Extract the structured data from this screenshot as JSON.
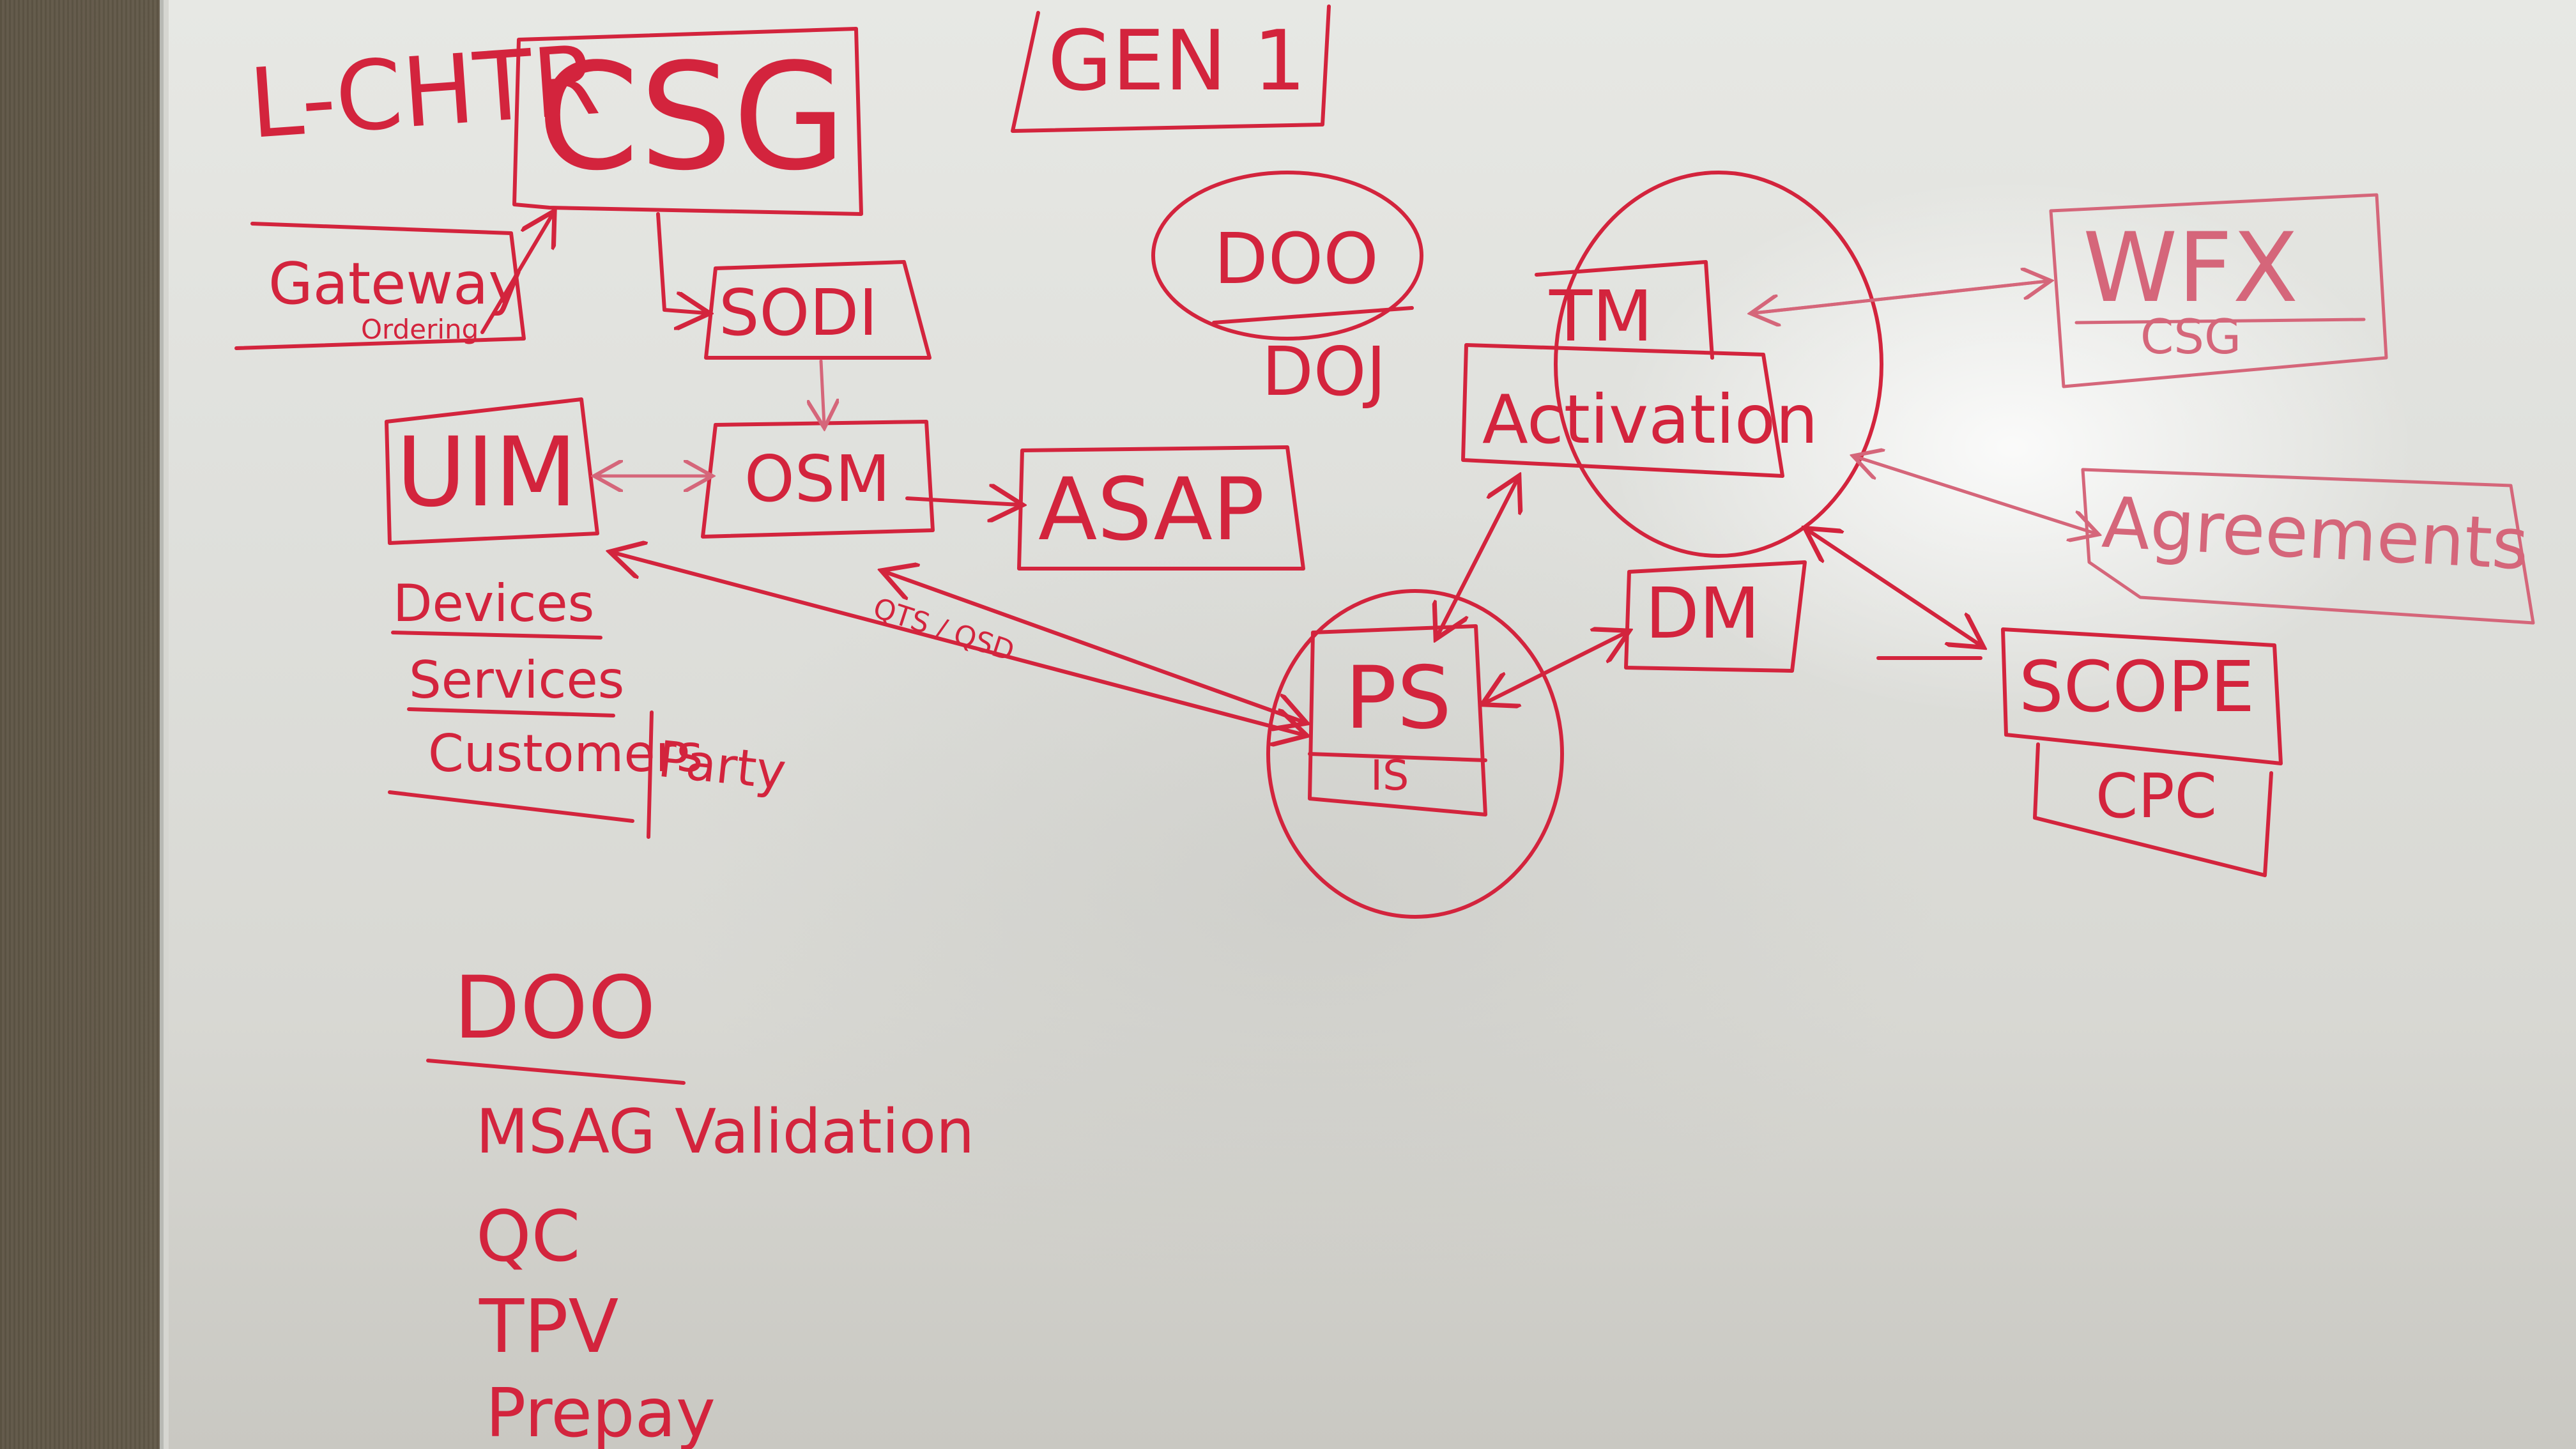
{
  "nodes": {
    "l_chtr": "L-CHTR",
    "csg_top": "CSG",
    "gen1": "GEN 1",
    "gateway": "Gateway",
    "gateway_sub": "Ordering",
    "sodi": "SODI",
    "uim": "UIM",
    "osm": "OSM",
    "asap": "ASAP",
    "doo_top": "DOO",
    "doj": "DOJ",
    "tm": "TM",
    "activation": "Activation",
    "wfx": "WFX",
    "wfx_sub": "CSG",
    "agreements": "Agreements",
    "dm": "DM",
    "ps": "PS",
    "is": "IS",
    "scope": "SCOPE",
    "cpc": "CPC"
  },
  "edge_labels": {
    "qts_qsd": "QTS / QSD"
  },
  "uim_list": [
    "Devices",
    "Services",
    "Customers",
    "Party"
  ],
  "doo_list": {
    "title": "DOO",
    "items": [
      "MSAG Validation",
      "QC",
      "TPV",
      "Prepay"
    ]
  },
  "colors": {
    "marker": "#d3243d",
    "marker_faded": "#d5667a",
    "board": "#e3e4e0",
    "wall": "#6f6453"
  }
}
